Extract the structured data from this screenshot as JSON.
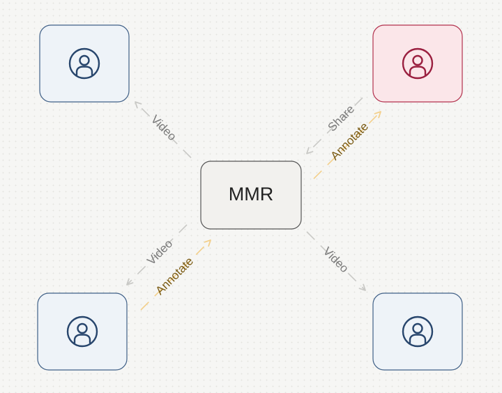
{
  "center": {
    "label": "MMR"
  },
  "colors": {
    "participant_fill": "#eef3f8",
    "participant_stroke": "#3f5f86",
    "participant_icon": "#27456c",
    "presenter_fill": "#fbe6e9",
    "presenter_stroke": "#b2314d",
    "presenter_icon": "#9a1f3f",
    "center_fill": "#f2f1ee",
    "center_stroke": "#555555",
    "video_arrow": "#c9c9c6",
    "video_text": "#7a7a7a",
    "annotate_arrow": "#f3cf8b",
    "annotate_text": "#7a5a12"
  },
  "participants": [
    {
      "icon": "user-icon",
      "role": "viewer"
    },
    {
      "icon": "user-icon",
      "role": "presenter"
    },
    {
      "icon": "user-icon",
      "role": "annotator"
    },
    {
      "icon": "user-icon",
      "role": "viewer"
    }
  ],
  "edges": {
    "top_left_video": "Video",
    "top_right_share": "Share",
    "top_right_annotate": "Annotate",
    "bottom_left_video": "Video",
    "bottom_left_annotate": "Annotate",
    "bottom_right_video": "Video"
  }
}
